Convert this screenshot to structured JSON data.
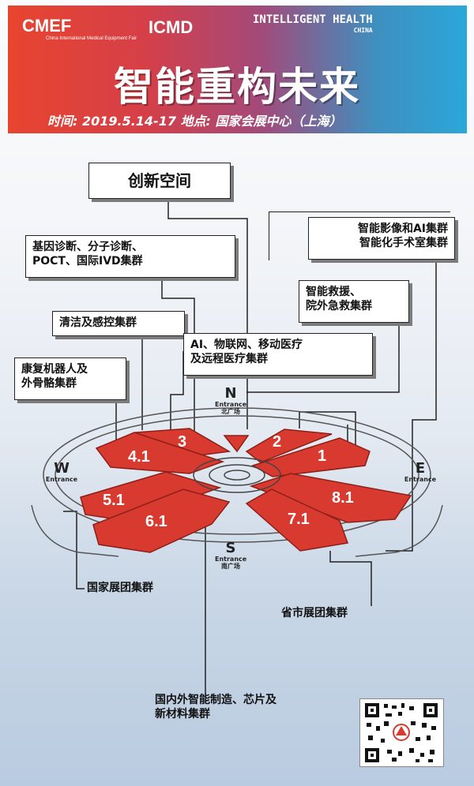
{
  "header": {
    "logos": {
      "cmef": "CMEF",
      "cmef_sub": "China International Medical Equipment Fair",
      "icmd": "ICMD",
      "ih": "INTELLIGENT HEALTH",
      "ih_sub": "CHINA"
    },
    "title": "智能重构未来",
    "subtitle": "时间: 2019.5.14-17 地点: 国家会展中心（上海）",
    "colors": {
      "left": "#e8452f",
      "right": "#2aa7d9"
    }
  },
  "callouts": {
    "innovation": "创新空间",
    "gene": [
      "基因诊断、分子诊断、",
      "POCT、国际IVD集群"
    ],
    "clean": "清洁及感控集群",
    "rehab": [
      "康复机器人及",
      "外骨骼集群"
    ],
    "ai_iot": [
      "AI、物联网、移动医疗",
      "及远程医疗集群"
    ],
    "imaging": [
      "智能影像和AI集群",
      "智能化手术室集群"
    ],
    "rescue": [
      "智能救援、",
      "院外急救集群"
    ],
    "national": "国家展团集群",
    "provincial": "省市展团集群",
    "manufacturing": [
      "国内外智能制造、芯片及",
      "新材料集群"
    ]
  },
  "entrances": {
    "north": {
      "letter": "N",
      "en": "Entrance",
      "cn": "北广场"
    },
    "south": {
      "letter": "S",
      "en": "Entrance",
      "cn": "南广场"
    },
    "west": {
      "letter": "W",
      "en": "Entrance"
    },
    "east": {
      "letter": "E",
      "en": "Entrance"
    }
  },
  "halls": {
    "h1": "1",
    "h2": "2",
    "h3": "3",
    "h41": "4.1",
    "h51": "5.1",
    "h61": "6.1",
    "h71": "7.1",
    "h81": "8.1"
  },
  "hall_color": "#d93a2f"
}
